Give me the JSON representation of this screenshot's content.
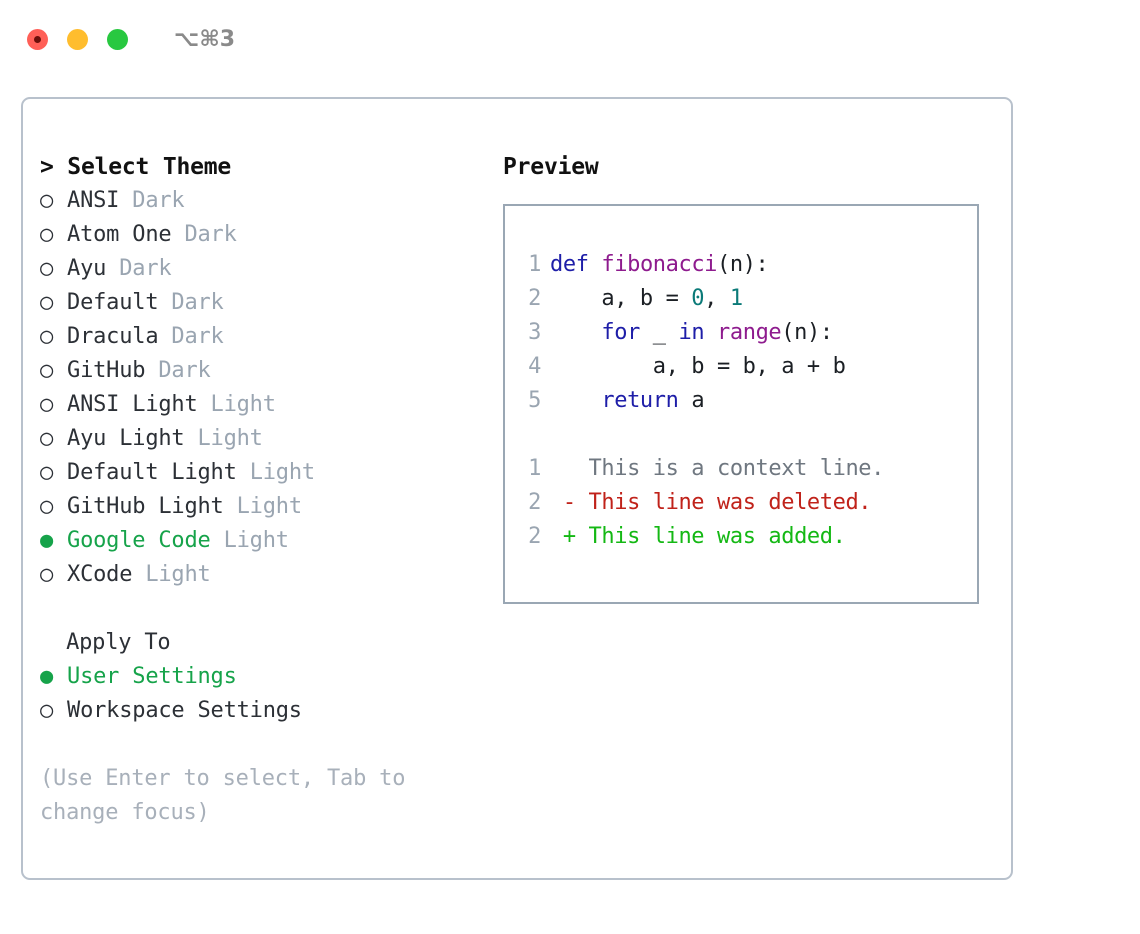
{
  "titlebar": {
    "shortcut": "⌥⌘3",
    "lights": [
      "close",
      "minimize",
      "maximize"
    ]
  },
  "theme_picker": {
    "heading": "> Select Theme",
    "bullet_selected": "●",
    "bullet_unselected": "○",
    "items": [
      {
        "name": "ANSI",
        "tag": "Dark",
        "selected": false
      },
      {
        "name": "Atom One",
        "tag": "Dark",
        "selected": false
      },
      {
        "name": "Ayu",
        "tag": "Dark",
        "selected": false
      },
      {
        "name": "Default",
        "tag": "Dark",
        "selected": false
      },
      {
        "name": "Dracula",
        "tag": "Dark",
        "selected": false
      },
      {
        "name": "GitHub",
        "tag": "Dark",
        "selected": false
      },
      {
        "name": "ANSI Light",
        "tag": "Light",
        "selected": false
      },
      {
        "name": "Ayu Light",
        "tag": "Light",
        "selected": false
      },
      {
        "name": "Default Light",
        "tag": "Light",
        "selected": false
      },
      {
        "name": "GitHub Light",
        "tag": "Light",
        "selected": false
      },
      {
        "name": "Google Code",
        "tag": "Light",
        "selected": true
      },
      {
        "name": "XCode",
        "tag": "Light",
        "selected": false
      }
    ]
  },
  "apply_to": {
    "label": "Apply To",
    "items": [
      {
        "name": "User Settings",
        "selected": true
      },
      {
        "name": "Workspace Settings",
        "selected": false
      }
    ]
  },
  "hint": "(Use Enter to select, Tab to change focus)",
  "preview": {
    "title": "Preview",
    "code_lines": [
      {
        "ln": "1",
        "tokens": [
          {
            "t": "def",
            "c": "kw"
          },
          {
            "t": " ",
            "c": "pln"
          },
          {
            "t": "fibonacci",
            "c": "fn"
          },
          {
            "t": "(n):",
            "c": "pln"
          }
        ]
      },
      {
        "ln": "2",
        "tokens": [
          {
            "t": "    a, b = ",
            "c": "pln"
          },
          {
            "t": "0",
            "c": "num"
          },
          {
            "t": ", ",
            "c": "pln"
          },
          {
            "t": "1",
            "c": "num"
          }
        ]
      },
      {
        "ln": "3",
        "tokens": [
          {
            "t": "    ",
            "c": "pln"
          },
          {
            "t": "for",
            "c": "kw"
          },
          {
            "t": " _ ",
            "c": "pln"
          },
          {
            "t": "in",
            "c": "kw"
          },
          {
            "t": " ",
            "c": "pln"
          },
          {
            "t": "range",
            "c": "fn"
          },
          {
            "t": "(n):",
            "c": "pln"
          }
        ]
      },
      {
        "ln": "4",
        "tokens": [
          {
            "t": "        a, b = b, a + b",
            "c": "pln"
          }
        ]
      },
      {
        "ln": "5",
        "tokens": [
          {
            "t": "    ",
            "c": "pln"
          },
          {
            "t": "return",
            "c": "kw"
          },
          {
            "t": " a",
            "c": "pln"
          }
        ]
      }
    ],
    "diff_lines": [
      {
        "ln": "1",
        "marker": " ",
        "text": " This is a context line.",
        "kind": "ctx"
      },
      {
        "ln": "2",
        "marker": "-",
        "text": " This line was deleted.",
        "kind": "del"
      },
      {
        "ln": "2",
        "marker": "+",
        "text": " This line was added.",
        "kind": "add"
      }
    ]
  },
  "colors": {
    "accent_green": "#16a34a",
    "diff_add": "#14b814",
    "diff_del": "#c0221a",
    "keyword": "#1e1ea8",
    "function": "#8e1b8e",
    "number": "#0b7a78",
    "muted": "#9aa5b1",
    "border": "#b8c1cc"
  }
}
